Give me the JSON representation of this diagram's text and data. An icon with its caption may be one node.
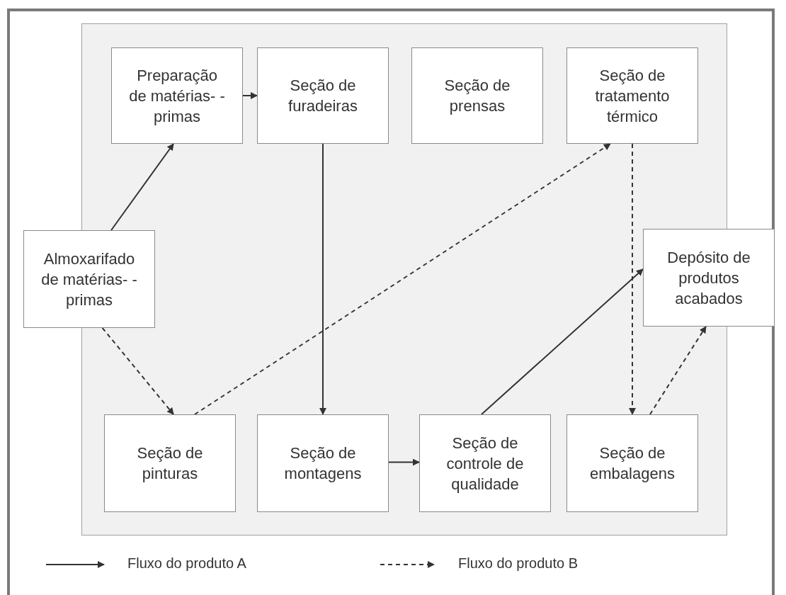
{
  "diagram": {
    "nodes": [
      {
        "text": [
          "Preparação de matérias- -primas"
        ]
      },
      {
        "text": [
          "Seção de furadeiras"
        ]
      },
      {
        "text": [
          "Seção de prensas"
        ]
      },
      {
        "text": [
          "Seção de tratamento térmico"
        ]
      },
      {
        "text": [
          "Almoxarifado de matérias- -primas"
        ]
      },
      {
        "text": [
          "Depósito de produtos acabados"
        ]
      },
      {
        "text": [
          "Seção de pinturas"
        ]
      },
      {
        "text": [
          "Seção de montagens"
        ]
      },
      {
        "text": [
          "Seção de controle de qualidade"
        ]
      },
      {
        "text": [
          "Seção de embalagens"
        ]
      }
    ],
    "edges": [
      {
        "from": 4,
        "to": 0,
        "arrow": "to"
      },
      {
        "from": 0,
        "to": 1,
        "arrow": "to"
      },
      {
        "from": 1,
        "to": 7,
        "arrow": "to"
      },
      {
        "from": 7,
        "to": 8,
        "arrow": "to"
      },
      {
        "from": 8,
        "to": 5,
        "arrow": "to"
      },
      {
        "from": 4,
        "to": 6,
        "arrow": "to",
        "style": "dashed"
      },
      {
        "from": 6,
        "to": 3,
        "arrow": "to",
        "style": "dashed"
      },
      {
        "from": 3,
        "to": 9,
        "arrow": "to",
        "style": "dashed"
      },
      {
        "from": 9,
        "to": 5,
        "arrow": "to",
        "style": "dashed"
      }
    ],
    "legend": [
      {
        "text": "Fluxo do produto A"
      },
      {
        "text": "Fluxo do produto B"
      }
    ]
  }
}
